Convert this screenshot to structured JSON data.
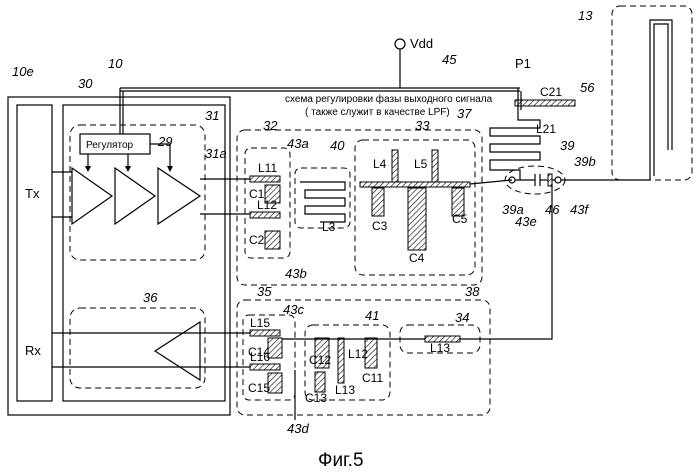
{
  "figure": {
    "caption": "Фиг.5",
    "block_labels": {
      "tx": "Tx",
      "rx": "Rx",
      "regulator": "Регулятор",
      "vdd": "Vdd",
      "p1": "P1"
    },
    "phase_note": {
      "line1": "схема регулировки фазы выходного сигнала",
      "line2": "( также служит в качестве LPF)"
    },
    "reference_numerals": {
      "r10e": "10e",
      "r10": "10",
      "r30": "30",
      "r31": "31",
      "r31a": "31a",
      "r29": "29",
      "r32": "32",
      "r43a": "43a",
      "r40": "40",
      "r33": "33",
      "r37": "37",
      "r43b": "43b",
      "r45": "45",
      "r56": "56",
      "r13": "13",
      "r39": "39",
      "r39a": "39a",
      "r39b": "39b",
      "r43e": "43e",
      "r46": "46",
      "r43f": "43f",
      "r36": "36",
      "r35": "35",
      "r43c": "43c",
      "r38": "38",
      "r41": "41",
      "r34": "34",
      "r43d": "43d"
    },
    "component_labels": {
      "L11": "L11",
      "L12": "L12",
      "C1": "C1",
      "C2": "C2",
      "L3": "L3",
      "L4": "L4",
      "L5": "L5",
      "C3": "C3",
      "C4": "C4",
      "C5": "C5",
      "C21": "C21",
      "L21": "L21",
      "L15": "L15",
      "L16": "L16",
      "C14": "C14",
      "C15": "C15",
      "C12": "C12",
      "C13": "C13",
      "L13a": "L13",
      "L12b": "L12",
      "C11": "C11",
      "L13b": "L13"
    }
  }
}
